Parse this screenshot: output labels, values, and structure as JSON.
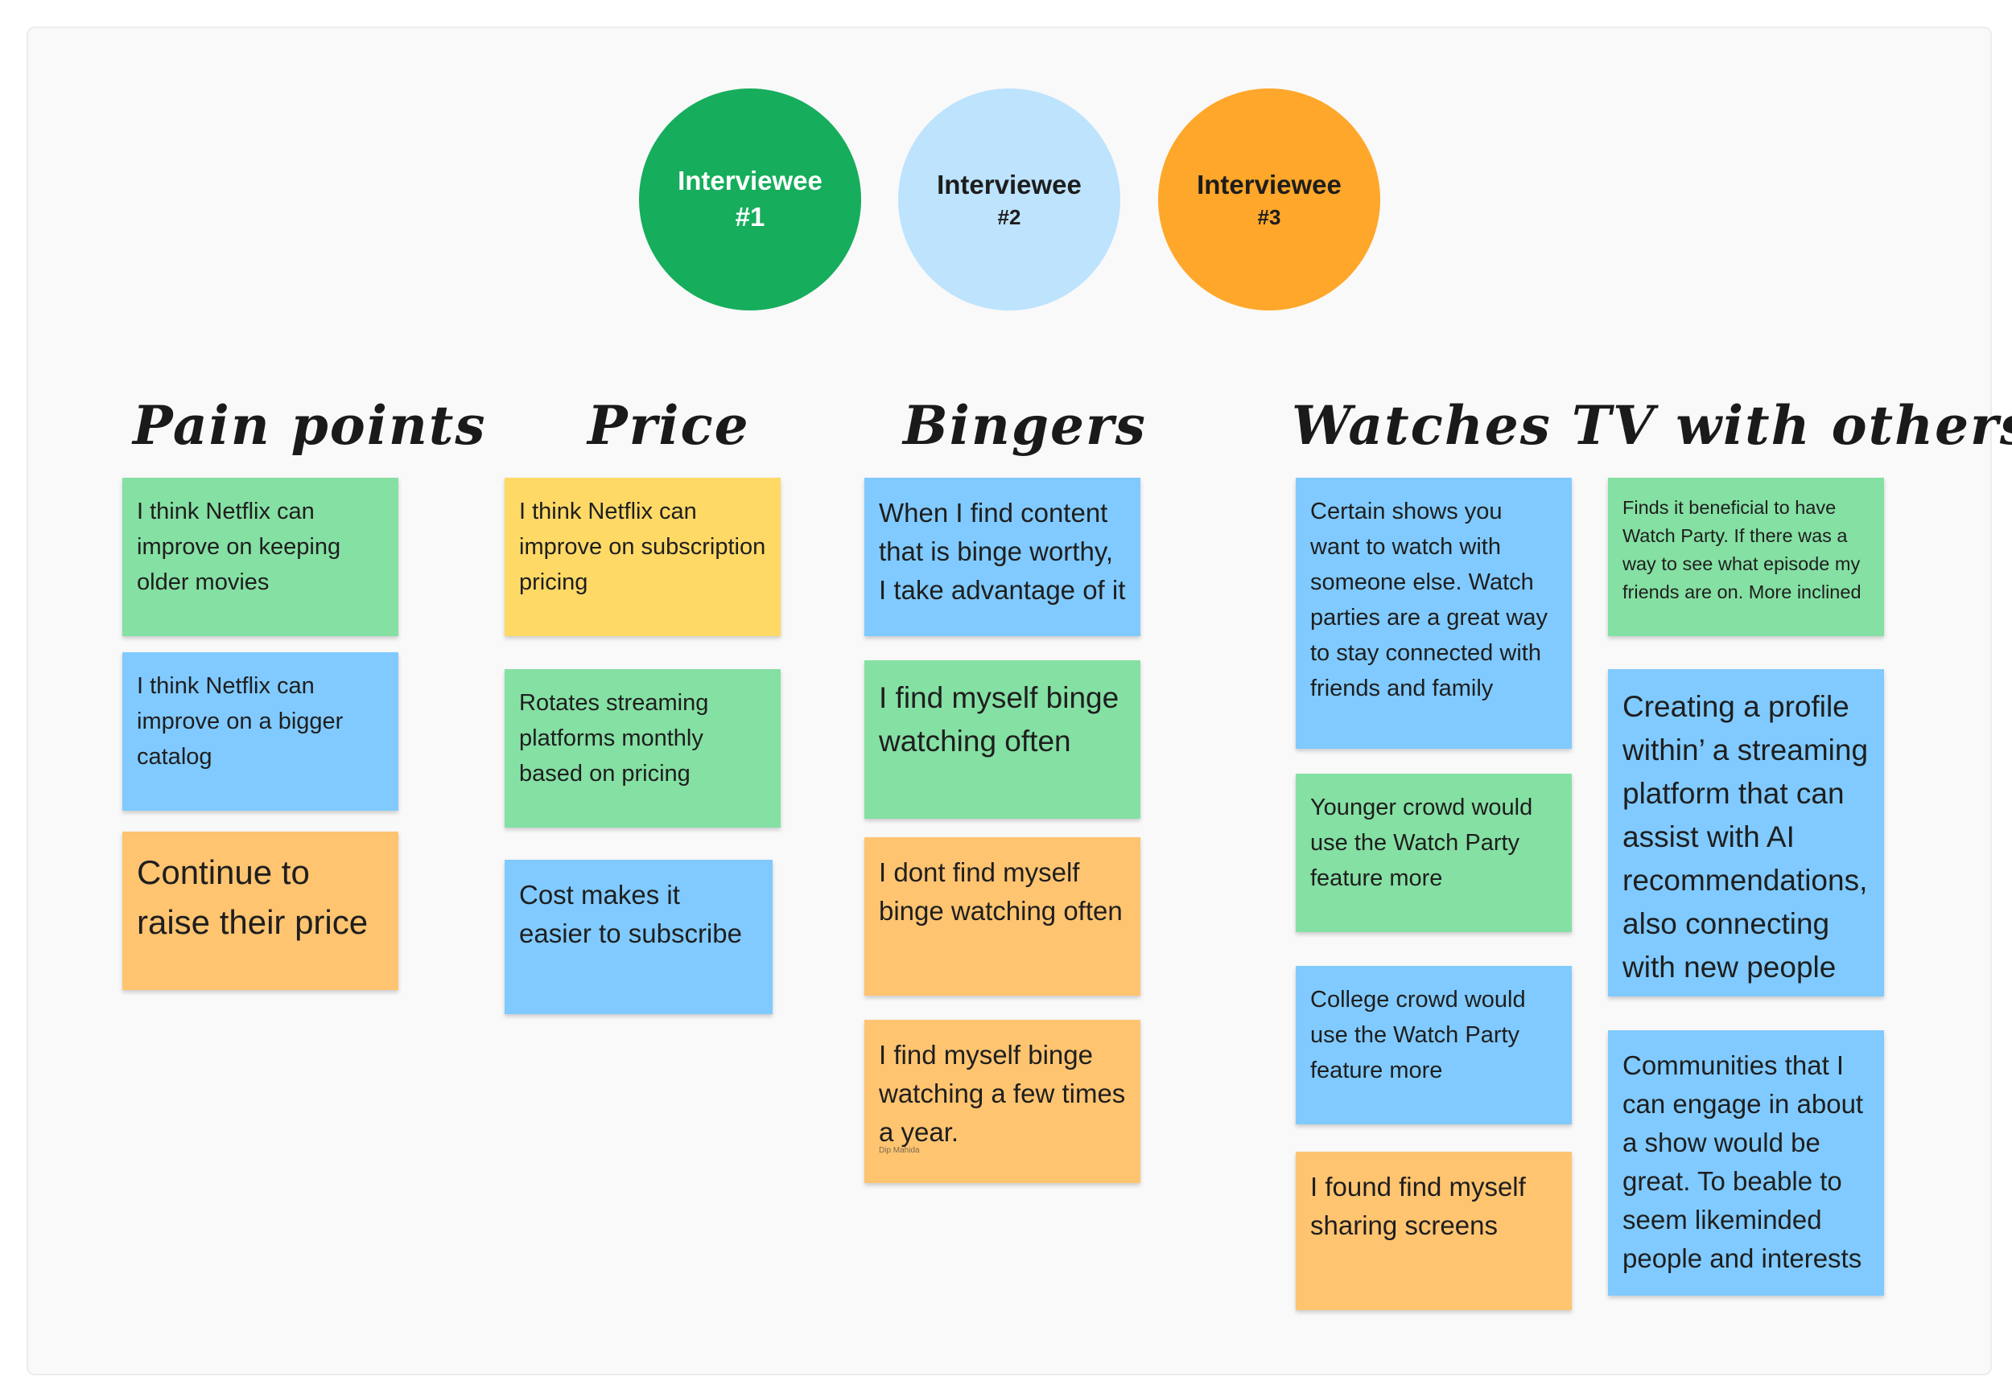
{
  "interviewees": [
    {
      "label": "Interviewee",
      "number": "#1"
    },
    {
      "label": "Interviewee",
      "number": "#2"
    },
    {
      "label": "Interviewee",
      "number": "#3"
    }
  ],
  "headings": {
    "pain_points": "Pain points",
    "price": "Price",
    "bingers": "Bingers",
    "watches_tv": "Watches TV with others"
  },
  "notes": {
    "pain_points": [
      "I think Netflix can improve on keeping older movies",
      "I think Netflix can improve on a bigger catalog",
      "Continue to raise their price"
    ],
    "price": [
      "I think Netflix can improve on subscription pricing",
      "Rotates streaming platforms monthly based on pricing",
      "Cost makes it easier to subscribe"
    ],
    "bingers": [
      "When I find content that is binge worthy, I take advantage of it",
      "I find myself binge watching often",
      "I dont find myself binge watching often",
      "I find myself binge watching a few times a year."
    ],
    "bingers_author": "Dip Mahida",
    "watches_tv_left": [
      "Certain shows you want to watch with someone else. Watch parties are a great way to stay connected with friends and family",
      "Younger crowd would use the Watch Party feature more",
      "College crowd would use the Watch Party feature more",
      "I found find myself sharing screens"
    ],
    "watches_tv_right": [
      "Finds it beneficial to have Watch Party. If there was a way to see what episode my friends are on. More inclined",
      "Creating a profile within’ a streaming platform that can assist with AI recommendations, also connecting with new people",
      "Communities that I can engage in about a show would be great. To beable to seem likeminded people and interests"
    ]
  },
  "colors": {
    "interviewee_1": "#16ad5c",
    "interviewee_2": "#bde3fd",
    "interviewee_3": "#fea72a",
    "sticky_green": "#85e0a3",
    "sticky_blue": "#80caff",
    "sticky_orange": "#ffc470",
    "sticky_yellow": "#ffd966"
  }
}
